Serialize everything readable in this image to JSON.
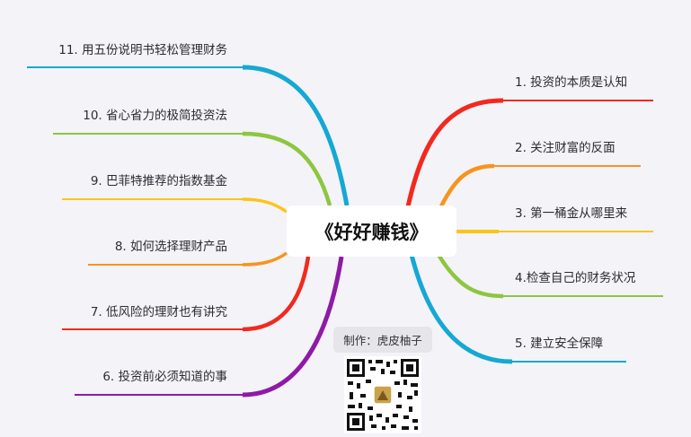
{
  "center": {
    "title": "《好好赚钱》"
  },
  "credit": {
    "label": "制作：虎皮柚子"
  },
  "qr": {
    "icon": "qr-code-icon",
    "center_image": "avatar-icon"
  },
  "branches_right": [
    {
      "label": "1. 投资的本质是认知",
      "color": "#f2291e"
    },
    {
      "label": "2. 关注财富的反面",
      "color": "#f7941d"
    },
    {
      "label": "3. 第一桶金从哪里来",
      "color": "#fcc419"
    },
    {
      "label": "4.检查自己的财务状况",
      "color": "#8dc63f"
    },
    {
      "label": "5. 建立安全保障",
      "color": "#16a8d4"
    }
  ],
  "branches_left": [
    {
      "label": "6. 投资前必须知道的事",
      "color": "#8e1aa6"
    },
    {
      "label": "7. 低风险的理财也有讲究",
      "color": "#f2291e"
    },
    {
      "label": "8. 如何选择理财产品",
      "color": "#f7941d"
    },
    {
      "label": "9. 巴菲特推荐的指数基金",
      "color": "#fcc419"
    },
    {
      "label": "10. 省心省力的极简投资法",
      "color": "#8dc63f"
    },
    {
      "label": "11. 用五份说明书轻松管理财务",
      "color": "#16a8d4"
    }
  ]
}
